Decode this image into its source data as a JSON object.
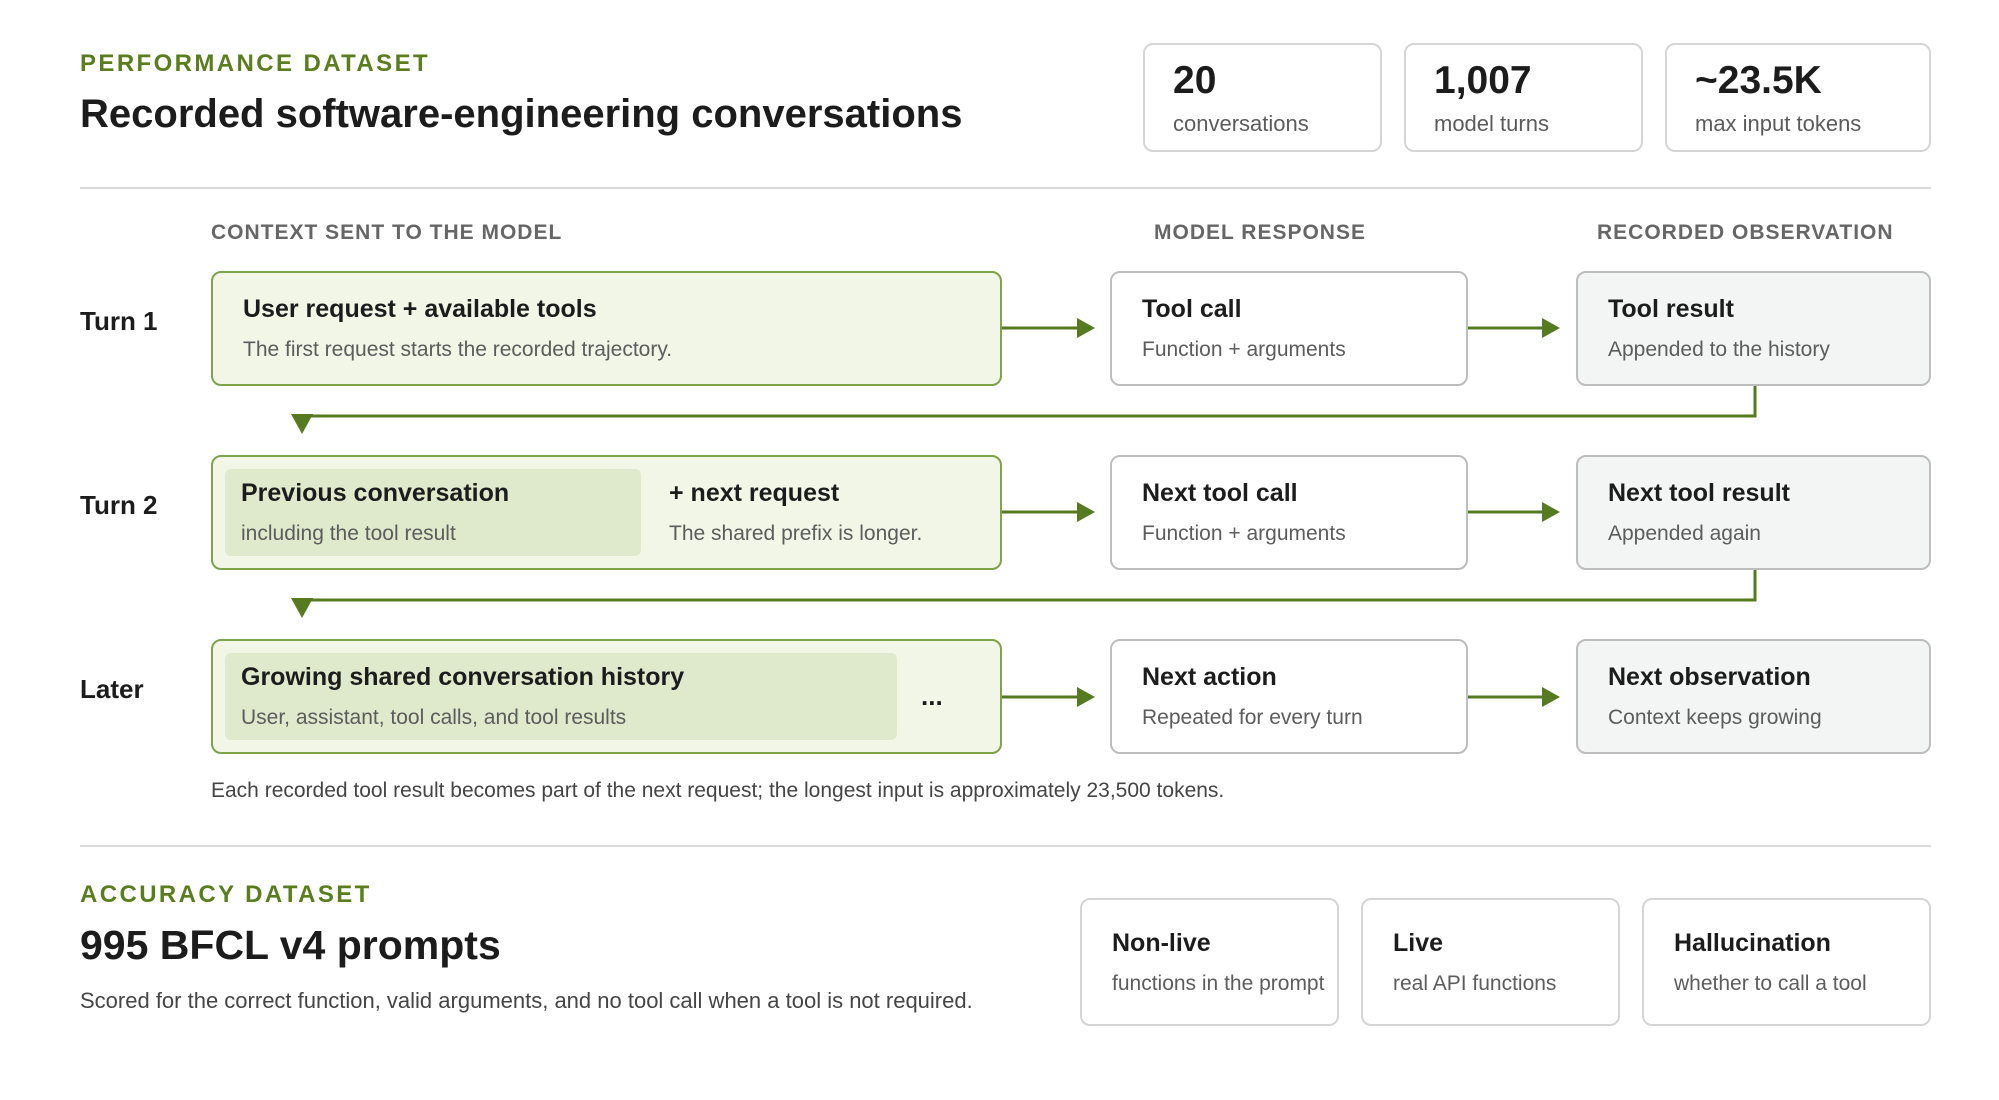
{
  "performance": {
    "kicker": "PERFORMANCE DATASET",
    "title": "Recorded software-engineering conversations",
    "stats": [
      {
        "value": "20",
        "label": "conversations"
      },
      {
        "value": "1,007",
        "label": "model turns"
      },
      {
        "value": "~23.5K",
        "label": "max input tokens"
      }
    ]
  },
  "columns": {
    "context": "CONTEXT SENT TO THE MODEL",
    "response": "MODEL RESPONSE",
    "observation": "RECORDED OBSERVATION"
  },
  "rows": [
    {
      "label": "Turn 1",
      "context": {
        "title": "User request + available tools",
        "sub": "The first request starts the recorded trajectory."
      },
      "response": {
        "title": "Tool call",
        "sub": "Function + arguments"
      },
      "observation": {
        "title": "Tool result",
        "sub": "Appended to the history"
      }
    },
    {
      "label": "Turn 2",
      "context_inner": {
        "title": "Previous conversation",
        "sub": "including the tool result"
      },
      "context_tail": {
        "title": "+ next request",
        "sub": "The shared prefix is longer."
      },
      "response": {
        "title": "Next tool call",
        "sub": "Function + arguments"
      },
      "observation": {
        "title": "Next tool result",
        "sub": "Appended again"
      }
    },
    {
      "label": "Later",
      "context_inner": {
        "title": "Growing shared conversation history",
        "sub": "User, assistant, tool calls, and tool results"
      },
      "context_tail": {
        "ellipsis": "..."
      },
      "response": {
        "title": "Next action",
        "sub": "Repeated for every turn"
      },
      "observation": {
        "title": "Next observation",
        "sub": "Context keeps growing"
      }
    }
  ],
  "note": "Each recorded tool result becomes part of the next request; the longest input is approximately 23,500 tokens.",
  "accuracy": {
    "kicker": "ACCURACY DATASET",
    "title": "995 BFCL v4 prompts",
    "subtitle": "Scored for the correct function, valid arguments, and no tool call when a tool is not required.",
    "categories": [
      {
        "title": "Non-live",
        "sub": "functions in the prompt"
      },
      {
        "title": "Live",
        "sub": "real API functions"
      },
      {
        "title": "Hallucination",
        "sub": "whether to call a tool"
      }
    ]
  },
  "colors": {
    "accent": "#5a7d1e",
    "arrow": "#557a1f",
    "context_fill": "#f1f6e7",
    "context_inner": "#dfe9cc"
  }
}
